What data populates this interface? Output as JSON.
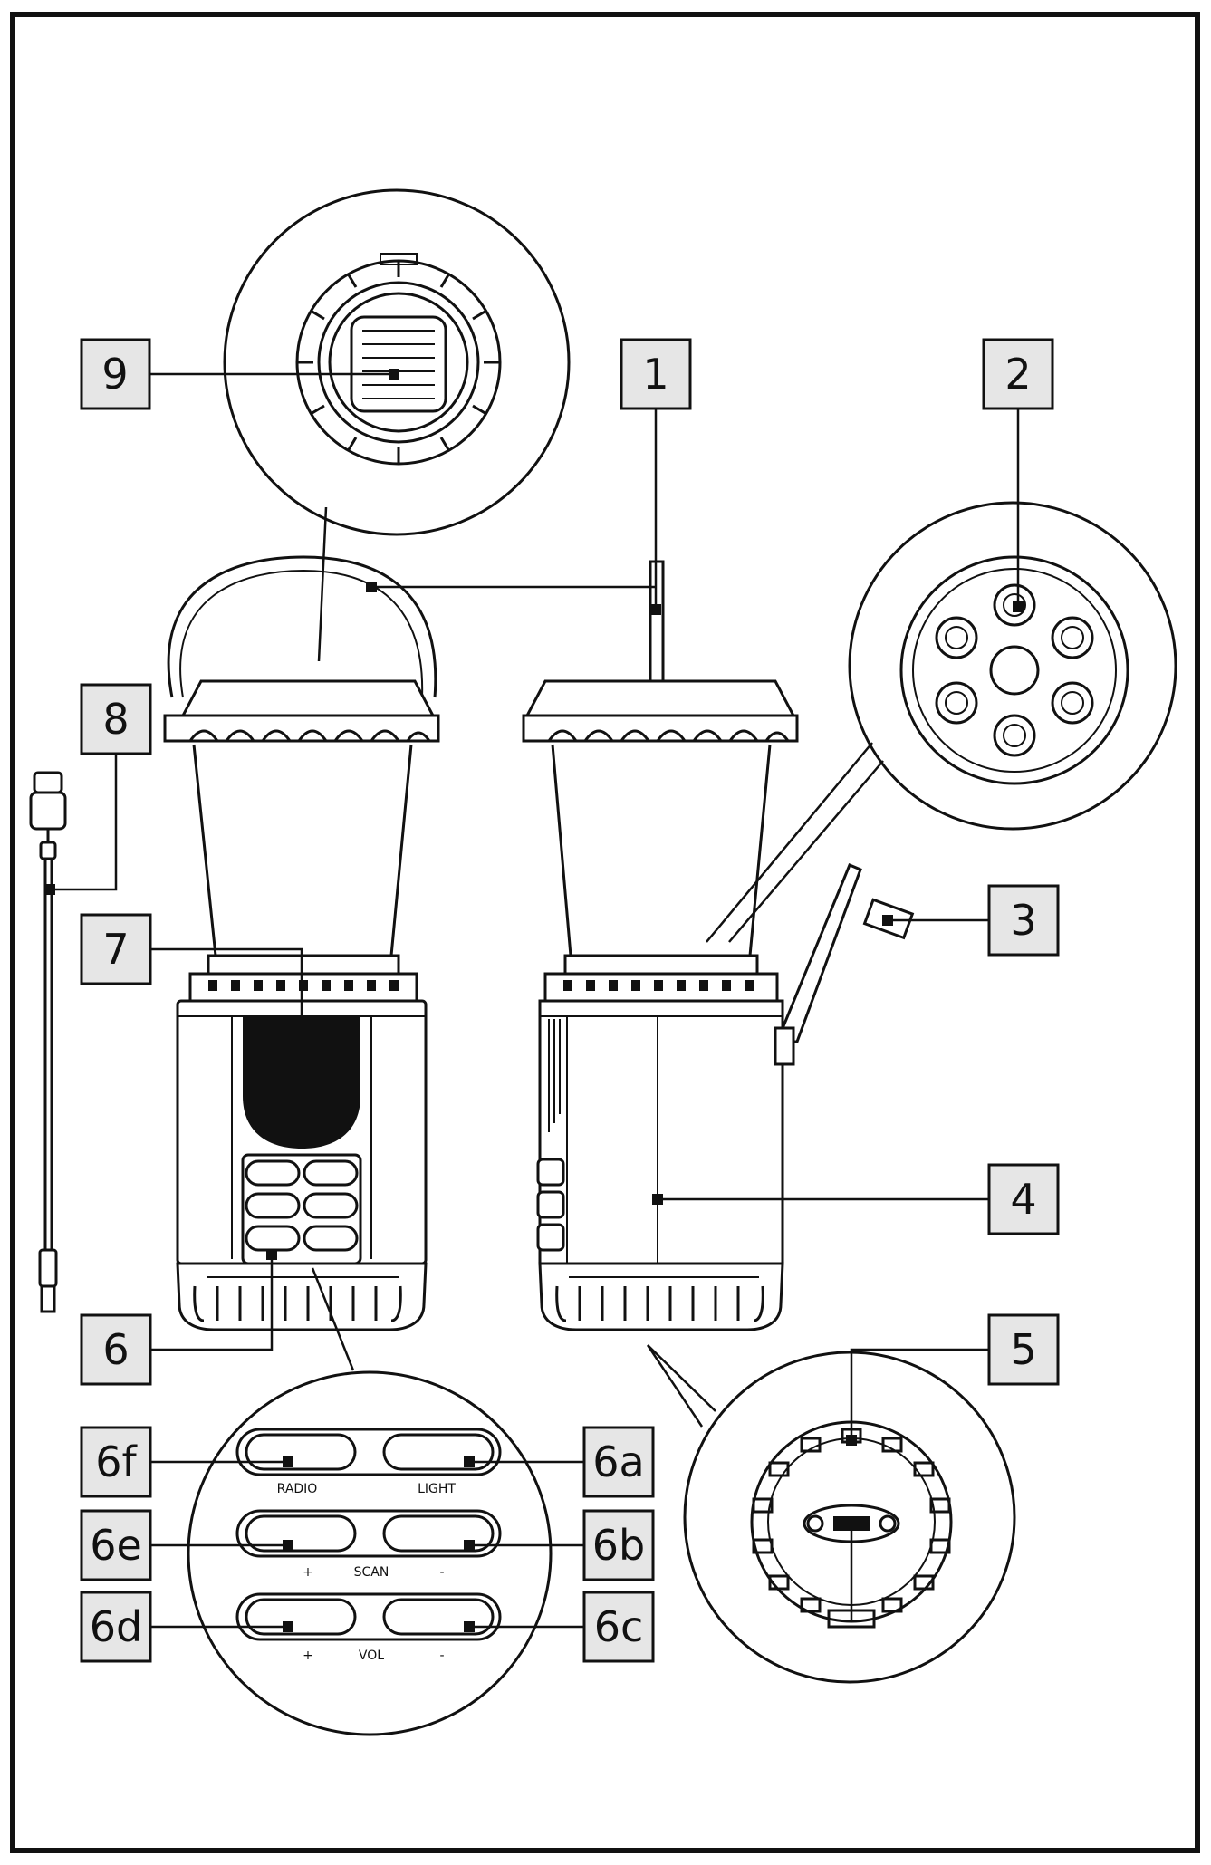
{
  "labels": {
    "l1": "1",
    "l2": "2",
    "l3": "3",
    "l4": "4",
    "l5": "5",
    "l6": "6",
    "l6a": "6a",
    "l6b": "6b",
    "l6c": "6c",
    "l6d": "6d",
    "l6e": "6e",
    "l6f": "6f",
    "l7": "7",
    "l8": "8",
    "l9": "9"
  },
  "panel_text": {
    "radio": "RADIO",
    "light": "LIGHT",
    "scan": "SCAN",
    "vol": "VOL",
    "plus": "+",
    "minus": "-"
  }
}
